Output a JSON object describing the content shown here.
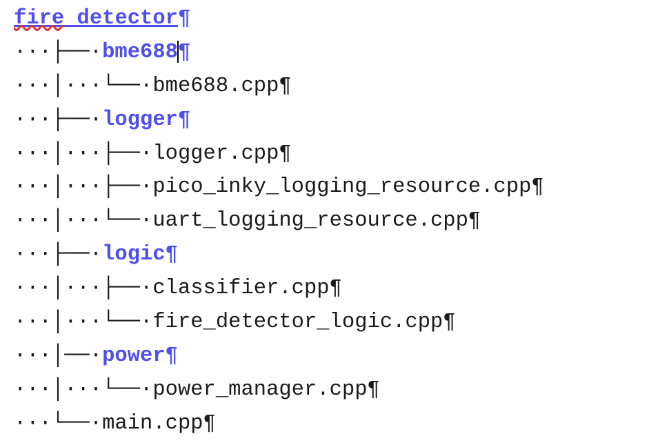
{
  "document": {
    "root": {
      "name_part1": "fire",
      "separator": "_",
      "name_part2": "detector",
      "mark": "¶"
    },
    "lines": [
      {
        "prefix": "···├──·",
        "name": "bme688",
        "kind": "folder",
        "mark": "¶"
      },
      {
        "prefix": "···│···└──·",
        "name": "bme688.cpp",
        "kind": "file",
        "mark": "¶"
      },
      {
        "prefix": "···├──·",
        "name": "logger",
        "kind": "folder",
        "mark": "¶"
      },
      {
        "prefix": "···│···├──·",
        "name": "logger.cpp",
        "kind": "file",
        "mark": "¶"
      },
      {
        "prefix": "···│···├──·",
        "name": "pico_inky_logging_resource.cpp",
        "kind": "file",
        "mark": "¶"
      },
      {
        "prefix": "···│···└──·",
        "name": "uart_logging_resource.cpp",
        "kind": "file",
        "mark": "¶"
      },
      {
        "prefix": "···├──·",
        "name": "logic",
        "kind": "folder",
        "mark": "¶"
      },
      {
        "prefix": "···│···├──·",
        "name": "classifier.cpp",
        "kind": "file",
        "mark": "¶"
      },
      {
        "prefix": "···│···└──·",
        "name": "fire_detector_logic.cpp",
        "kind": "file",
        "mark": "¶"
      },
      {
        "prefix": "···│──·",
        "name": "power",
        "kind": "folder",
        "mark": "¶"
      },
      {
        "prefix": "···│···└──·",
        "name": "power_manager.cpp",
        "kind": "file",
        "mark": "¶"
      },
      {
        "prefix": "···└──·",
        "name": "main.cpp",
        "kind": "file",
        "mark": "¶"
      }
    ]
  }
}
